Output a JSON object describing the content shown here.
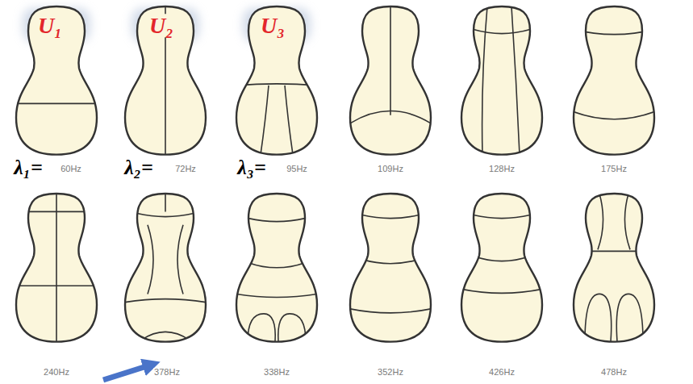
{
  "diagram": {
    "labels": [
      "U₁",
      "U₂",
      "U₃",
      "λ₁=",
      "60Hz",
      "λ₂=",
      "72Hz",
      "λ₃=",
      "95Hz",
      "109Hz",
      "128Hz",
      "175Hz",
      "240Hz",
      "378Hz",
      "338Hz",
      "352Hz",
      "426Hz",
      "478Hz"
    ]
  }
}
